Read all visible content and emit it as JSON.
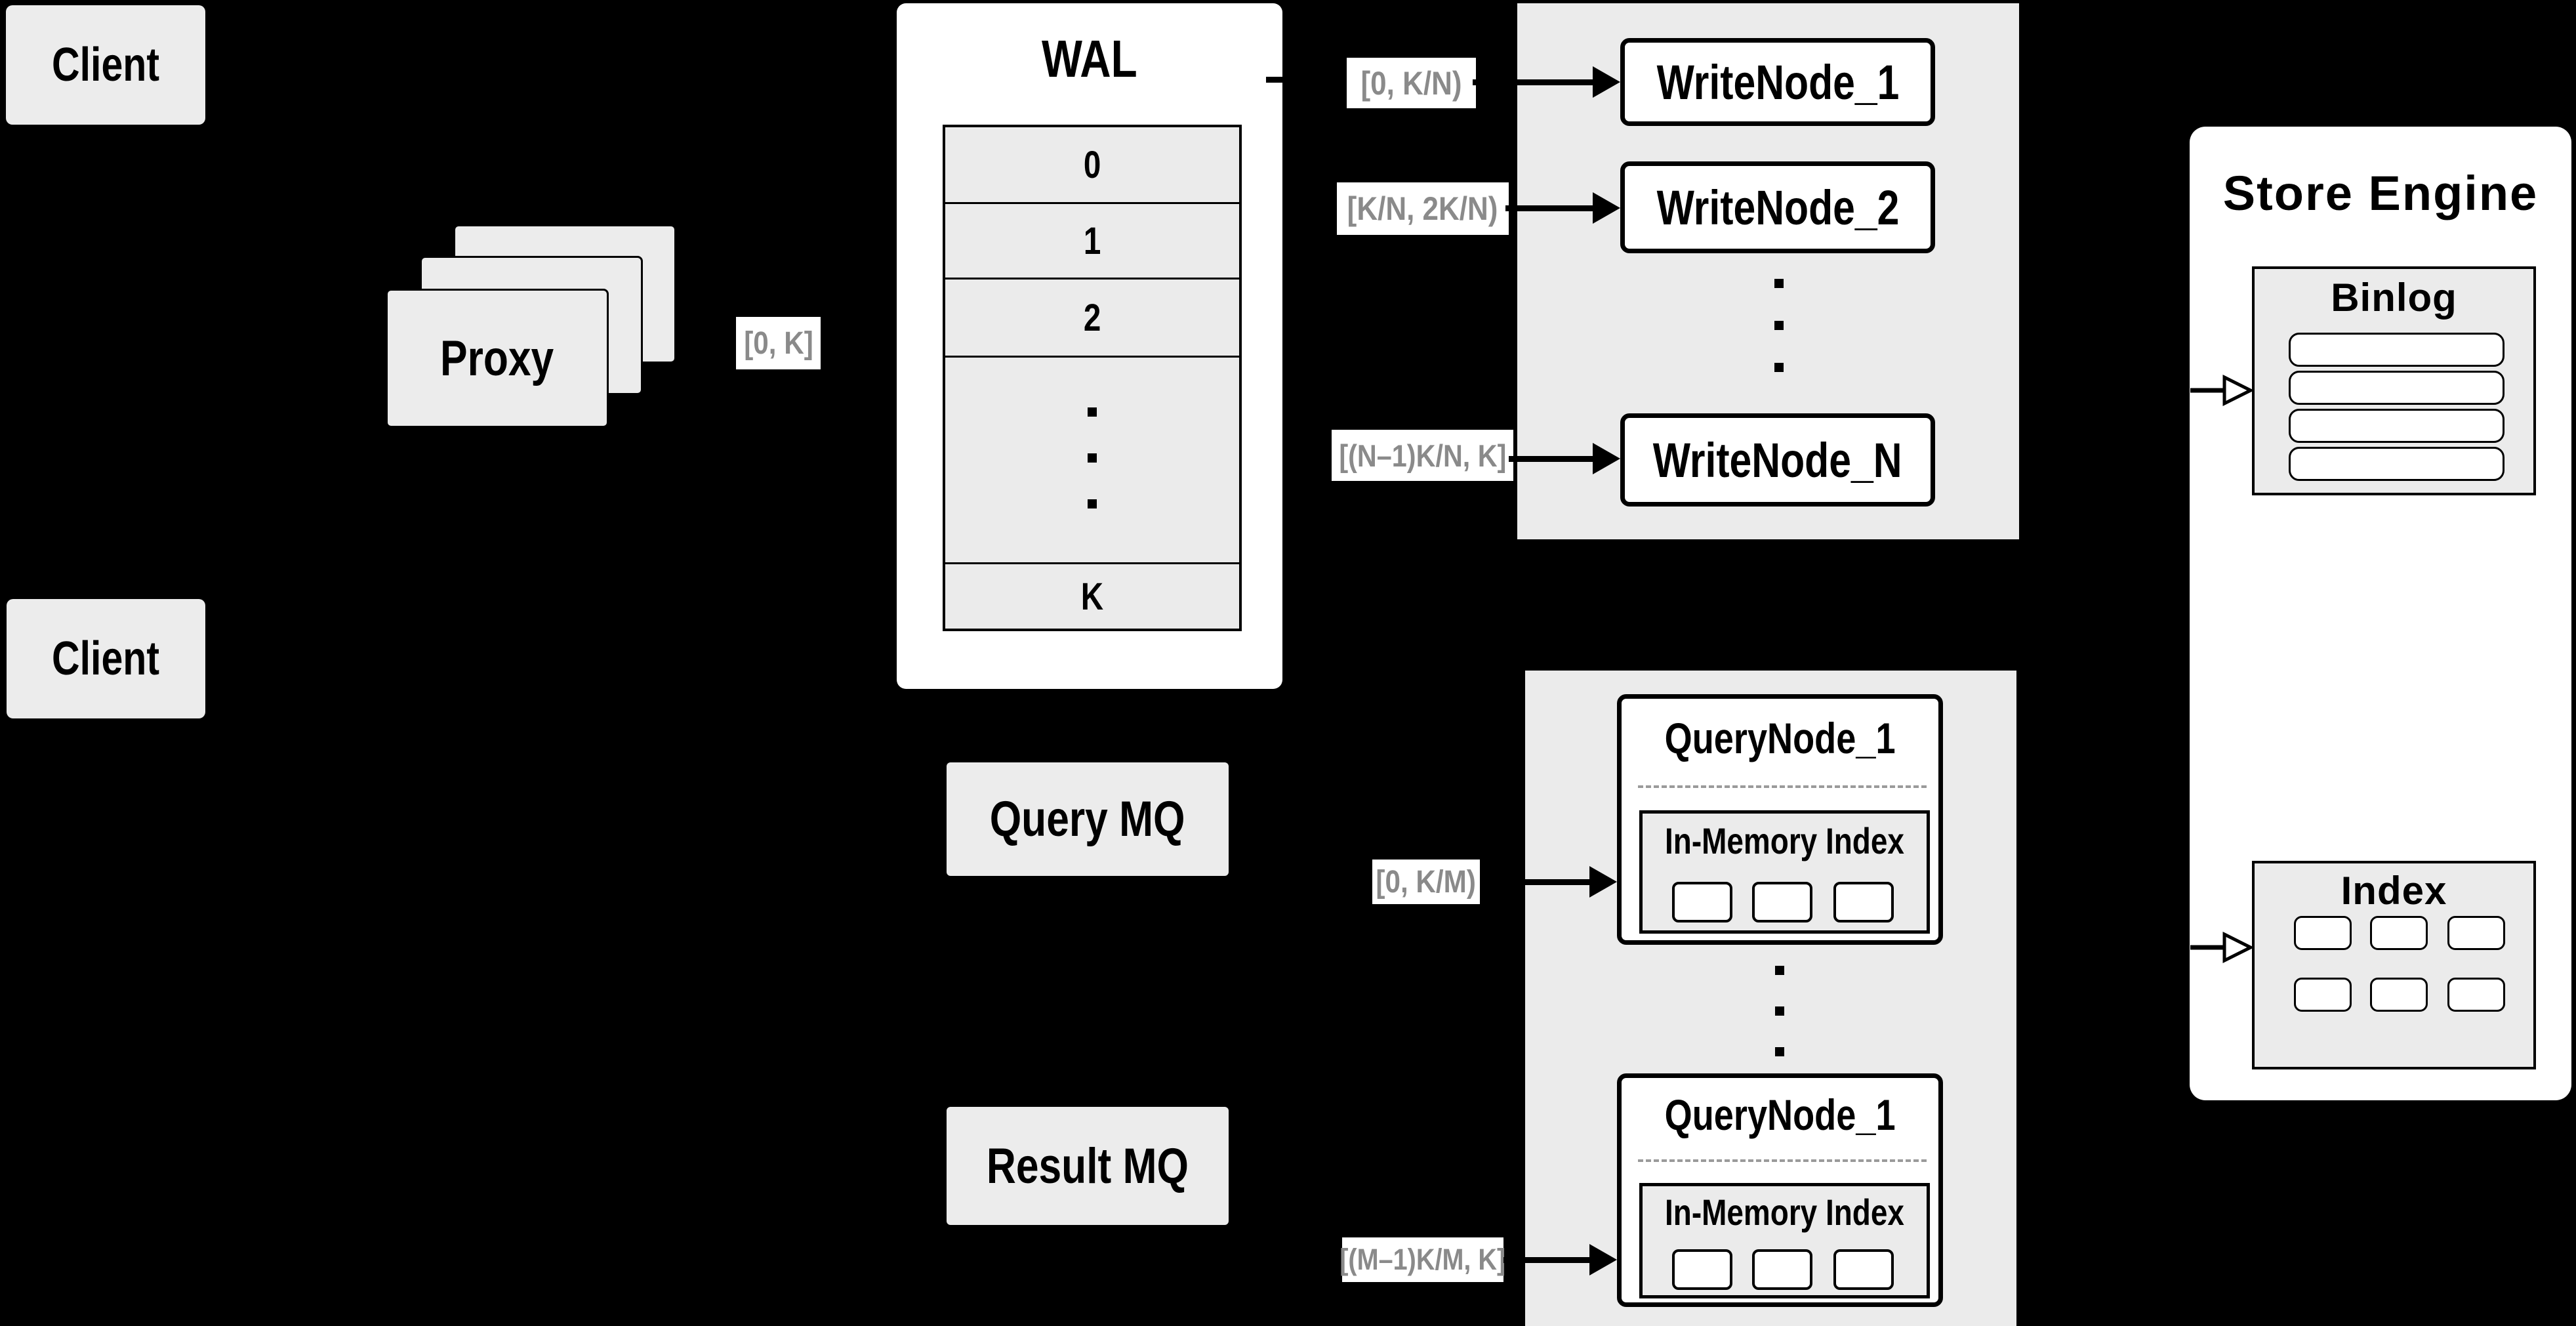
{
  "diagram": {
    "clients": {
      "top": "Client",
      "bottom": "Client"
    },
    "proxy": {
      "label": "Proxy",
      "range_label": "[0, K]"
    },
    "wal": {
      "title": "WAL",
      "rows": [
        "0",
        "1",
        "2",
        "K"
      ]
    },
    "write_group": {
      "nodes": [
        "WriteNode_1",
        "WriteNode_2",
        "WriteNode_N"
      ],
      "ranges": [
        "[0,  K/N)",
        "[K/N, 2K/N)",
        "[(N–1)K/N,  K]"
      ]
    },
    "mq": {
      "query": "Query MQ",
      "result": "Result MQ"
    },
    "query_group": {
      "nodes": [
        {
          "title": "QueryNode_1",
          "inner_title": "In-Memory Index"
        },
        {
          "title": "QueryNode_1",
          "inner_title": "In-Memory Index"
        }
      ],
      "ranges": [
        "[0, K/M)",
        "[(M–1)K/M, K]"
      ]
    },
    "store_engine": {
      "title": "Store Engine",
      "binlog_title": "Binlog",
      "index_title": "Index"
    }
  },
  "colors": {
    "background": "#000000",
    "box_fill": "#ececec",
    "panel_fill": "#ffffff",
    "line": "#000000",
    "range_label_text": "#8a8a8a"
  }
}
